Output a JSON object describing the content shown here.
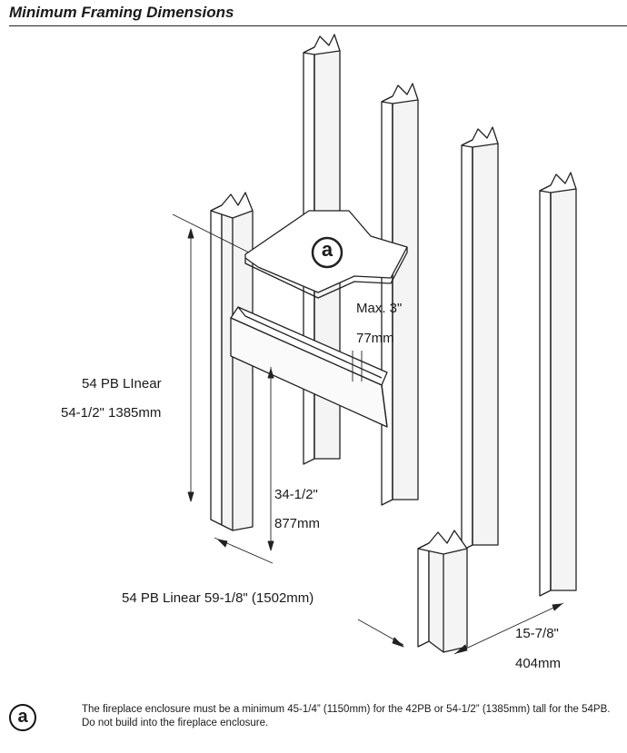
{
  "title": "Minimum Framing Dimensions",
  "callout_marker": "a",
  "dimensions": {
    "height_label_1": "54 PB LInear",
    "height_label_2": "54-1/2\" 1385mm",
    "header_height_1": "34-1/2\"",
    "header_height_2": "877mm",
    "max_offset_1": "Max. 3\"",
    "max_offset_2": "77mm",
    "width_label": "54 PB Linear 59-1/8\" (1502mm)",
    "depth_label_1": "15-7/8\"",
    "depth_label_2": "404mm"
  },
  "note": {
    "marker": "a",
    "text": "The fireplace enclosure must be a minimum 45-1/4” (1150mm) for the 42PB or 54-1/2” (1385mm) tall for the 54PB.  Do not build into the fireplace enclosure."
  }
}
